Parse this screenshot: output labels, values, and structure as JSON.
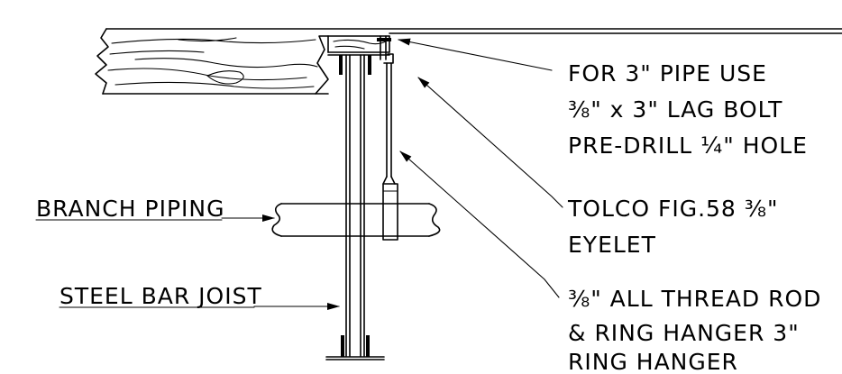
{
  "callouts": {
    "lag_bolt": {
      "line1": "FOR 3\" PIPE USE",
      "line2": "⅜\" x 3\" LAG BOLT",
      "line3": "PRE-DRILL ¼\" HOLE"
    },
    "eyelet": {
      "line1": "TOLCO FIG.58 ⅜\"",
      "line2": "EYELET"
    },
    "thread_rod": {
      "line1": "⅜\" ALL THREAD ROD",
      "line2": "& RING HANGER 3\"",
      "line3": "RING HANGER"
    }
  },
  "labels": {
    "branch_piping": "BRANCH PIPING",
    "steel_bar_joist": "STEEL BAR JOIST"
  }
}
